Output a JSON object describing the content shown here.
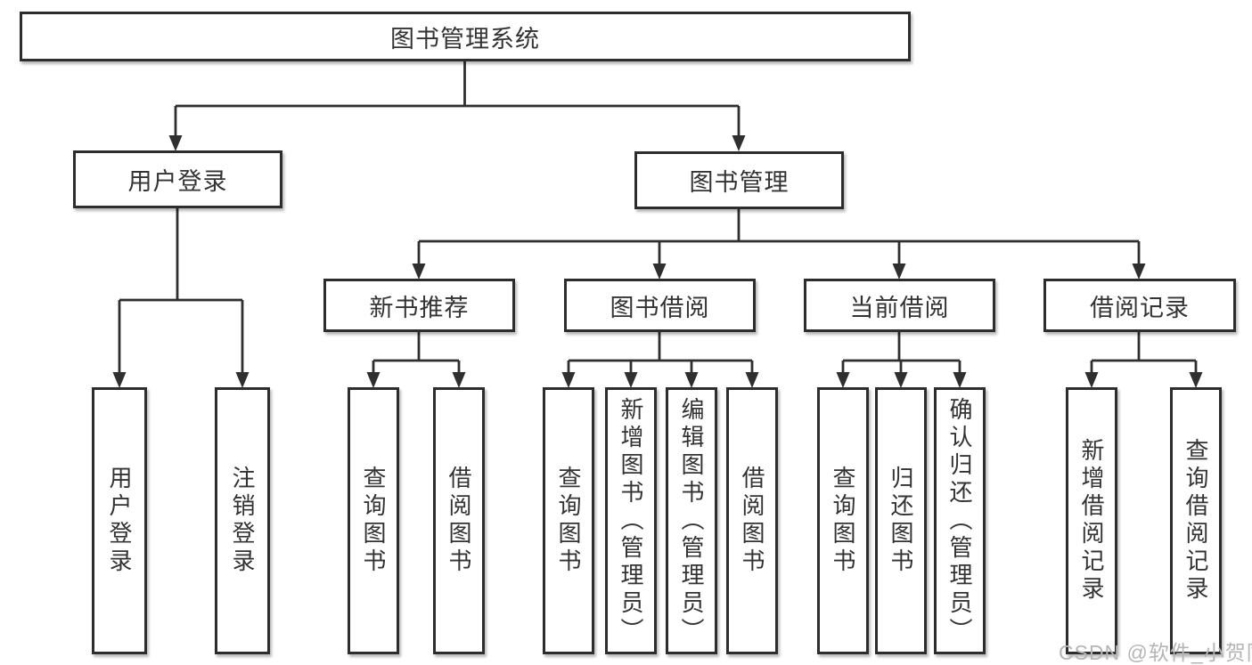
{
  "diagram": {
    "root": {
      "label": "图书管理系统"
    },
    "user_login": {
      "label": "用户登录",
      "children": [
        {
          "label": "用户登录"
        },
        {
          "label": "注销登录"
        }
      ]
    },
    "book_management": {
      "label": "图书管理",
      "sections": [
        {
          "label": "新书推荐",
          "children": [
            {
              "label": "查询图书"
            },
            {
              "label": "借阅图书"
            }
          ]
        },
        {
          "label": "图书借阅",
          "children": [
            {
              "label": "查询图书"
            },
            {
              "label": "新增图书（管理员）"
            },
            {
              "label": "编辑图书（管理员）"
            },
            {
              "label": "借阅图书"
            }
          ]
        },
        {
          "label": "当前借阅",
          "children": [
            {
              "label": "查询图书"
            },
            {
              "label": "归还图书"
            },
            {
              "label": "确认归还（管理员）"
            }
          ]
        },
        {
          "label": "借阅记录",
          "children": [
            {
              "label": "新增借阅记录"
            },
            {
              "label": "查询借阅记录"
            }
          ]
        }
      ]
    }
  },
  "watermark": {
    "text": "CSDN @软件_小贺同学"
  },
  "colors": {
    "line": "#2f2f2f",
    "border": "#2d2d2d",
    "text": "#333333",
    "watermark": "#b5b5b5",
    "background": "#ffffff"
  }
}
